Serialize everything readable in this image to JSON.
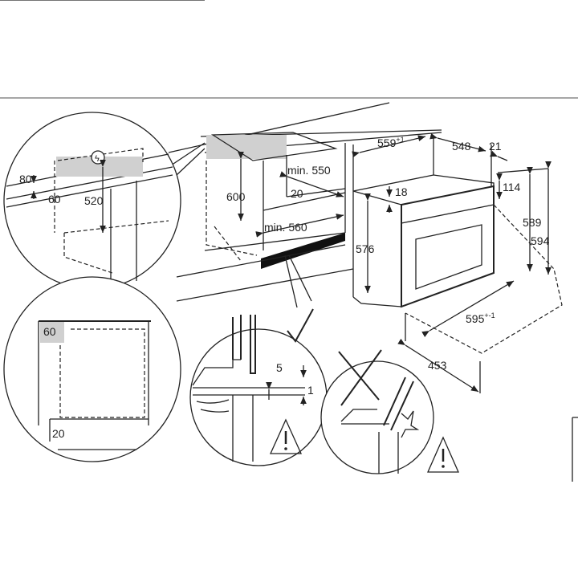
{
  "diagram": {
    "title": "Built-in oven installation dimensions",
    "units": "mm",
    "detail_top": {
      "d80": "80",
      "d60": "60",
      "d520": "520"
    },
    "detail_side": {
      "d60": "60",
      "d20": "20"
    },
    "cabinet": {
      "d600": "600",
      "min550": "min. 550",
      "d20": "20",
      "min560": "min. 560"
    },
    "oven": {
      "d559": "559",
      "d559_tol": "+1",
      "d548": "548",
      "d21": "21",
      "d18": "18",
      "d114": "114",
      "d589": "589",
      "d594": "594",
      "d576": "576",
      "d595": "595",
      "d595_tol": "+-1",
      "d453": "453"
    },
    "detail_correct": {
      "d5": "5",
      "d1": "1"
    },
    "colors": {
      "line": "#222222",
      "shade": "#d0d0d0"
    }
  }
}
